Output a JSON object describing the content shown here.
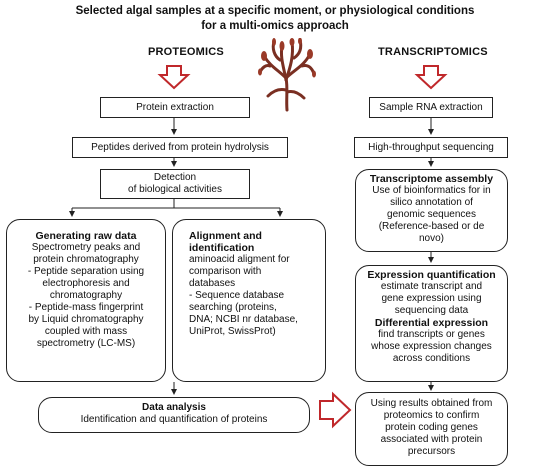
{
  "title": {
    "line1": "Selected algal samples at a specific moment, or physiological conditions",
    "line2": "for a multi-omics approach"
  },
  "proteomics": {
    "heading": "PROTEOMICS",
    "protein_extraction": "Protein extraction",
    "peptides": "Peptides derived from protein hydrolysis",
    "detection": [
      "Detection",
      "of biological activities"
    ],
    "raw_data": {
      "heading": "Generating raw data",
      "lines": [
        "Spectrometry peaks and",
        "protein chromatography",
        "- Peptide separation using",
        "electrophoresis and",
        "chromatography",
        "- Peptide-mass fingerprint",
        "by Liquid chromatography",
        "coupled with mass",
        "spectrometry (LC-MS)"
      ]
    },
    "alignment": {
      "heading": [
        "Alignment and",
        "identification"
      ],
      "lines": [
        "aminoacid aligment for",
        "comparison with",
        "databases",
        "-  Sequence database",
        "searching (proteins,",
        "DNA; NCBI nr database,",
        "UniProt, SwissProt)"
      ]
    },
    "data_analysis": {
      "heading": "Data analysis",
      "text": "Identification and quantification of proteins"
    }
  },
  "transcriptomics": {
    "heading": "TRANSCRIPTOMICS",
    "rna_extraction": "Sample RNA extraction",
    "sequencing": "High-throughput sequencing",
    "assembly": {
      "heading": "Transcriptome assembly",
      "lines": [
        "Use of bioinformatics for in",
        "silico annotation of",
        "genomic sequences",
        "(Reference-based  or de",
        "novo)"
      ]
    },
    "expression": {
      "heading1": "Expression quantification",
      "lines1": [
        "estimate transcript and",
        "gene expression using",
        "sequencing data"
      ],
      "heading2": "Differential expression",
      "lines2": [
        "find transcripts or genes",
        "whose expression changes",
        "across conditions"
      ]
    },
    "integration": {
      "lines": [
        "Using results obtained from",
        "proteomics to confirm",
        "protein coding genes",
        "associated with protein",
        "precursors"
      ]
    }
  },
  "colors": {
    "arrow_outline": "#c0282b",
    "box_border": "#222222",
    "algae": "#7a2f22"
  },
  "icons": {
    "algae": "red-algae-illustration",
    "down_arrow": "hollow-red-down-arrow",
    "right_arrow": "hollow-red-right-arrow"
  }
}
